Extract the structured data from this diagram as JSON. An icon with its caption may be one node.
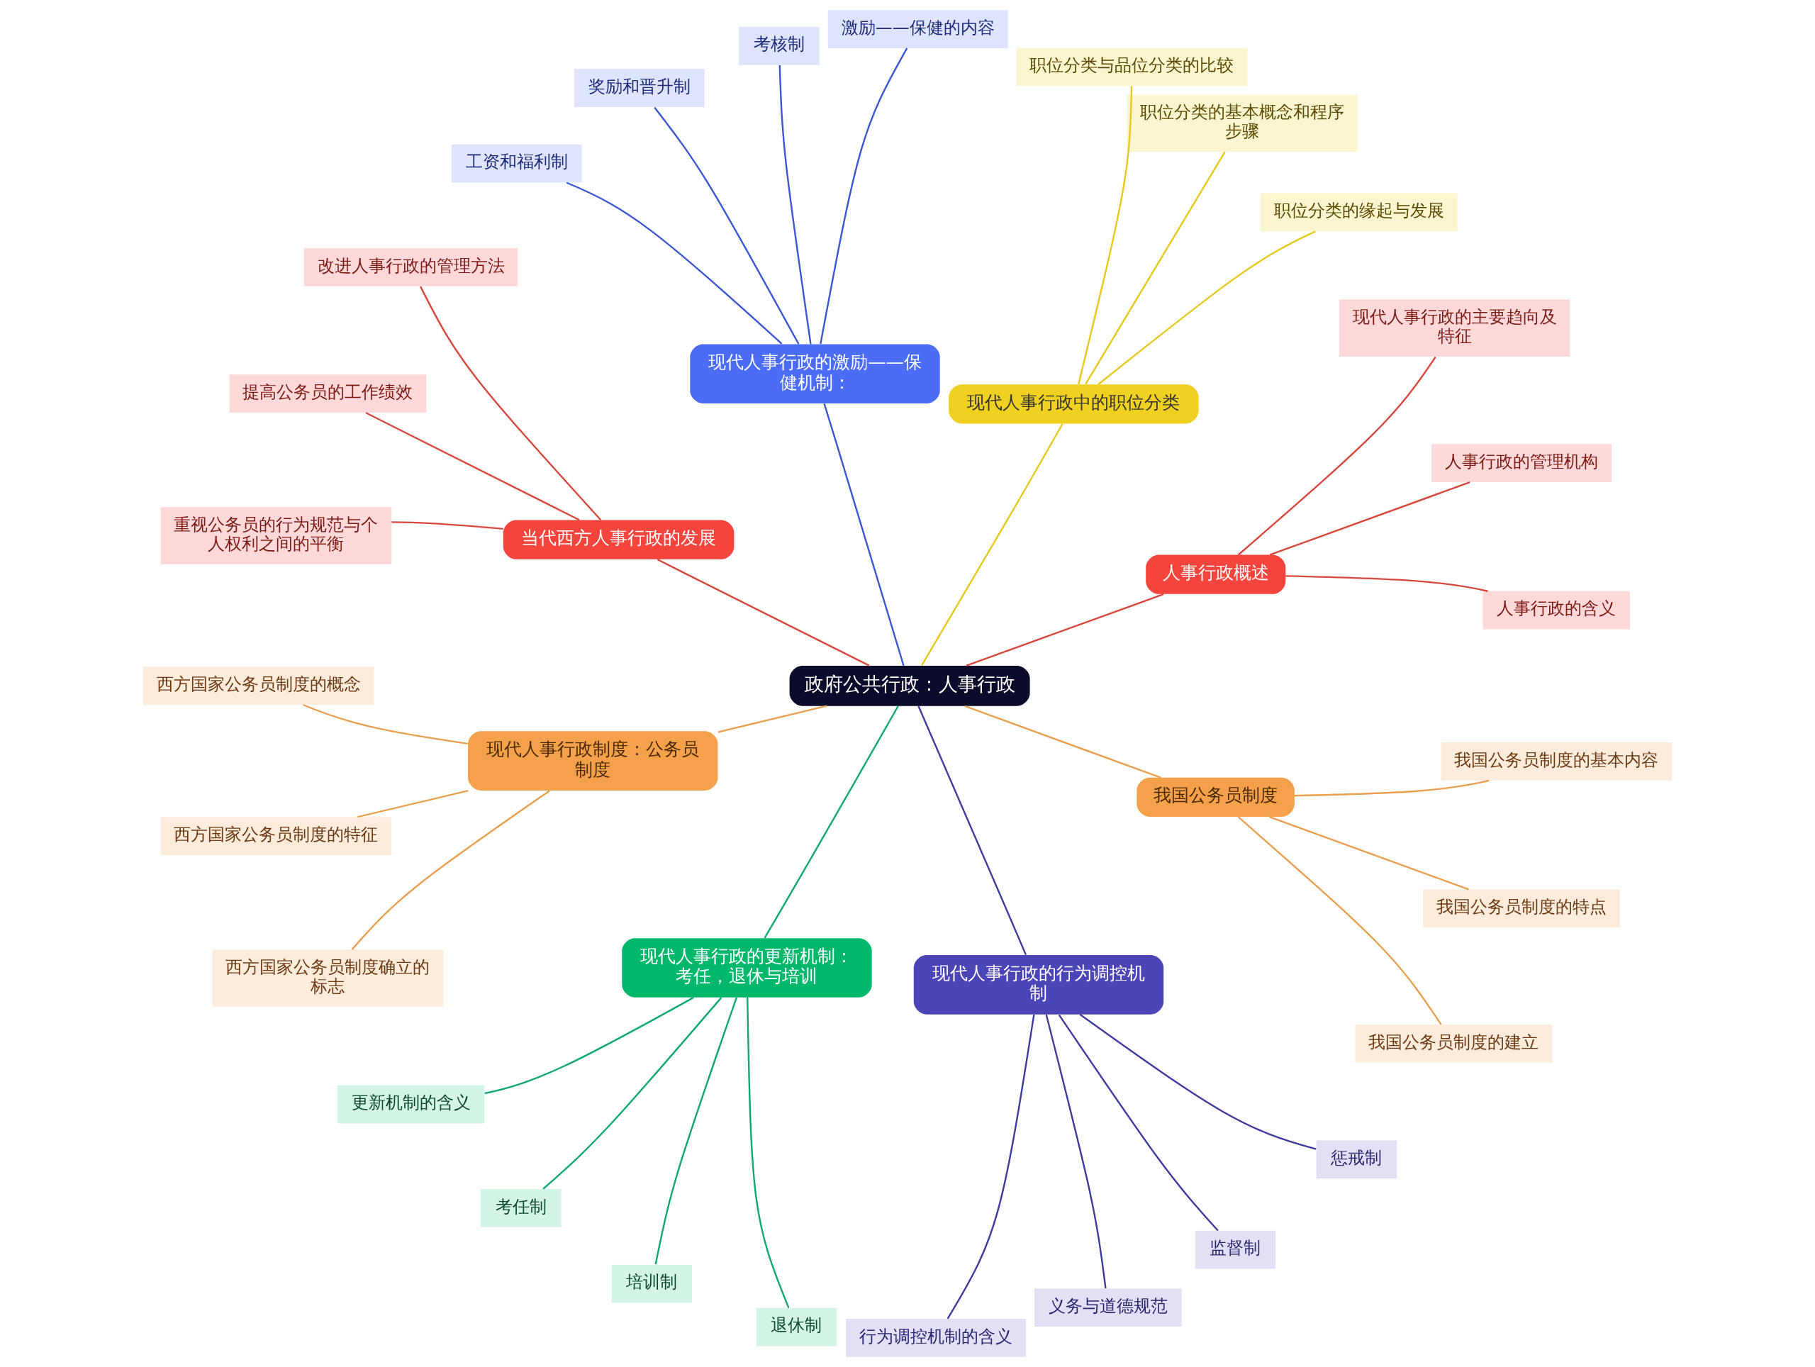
{
  "diagram": {
    "nodes": [
      {
        "text": [
          "政府公共行政：人事行政"
        ]
      },
      {
        "text": [
          "人事行政概述"
        ]
      },
      {
        "text": [
          "人事行政的含义"
        ]
      },
      {
        "text": [
          "人事行政的管理机构"
        ]
      },
      {
        "text": [
          "现代人事行政的主要趋向及特征"
        ]
      },
      {
        "text": [
          "现代人事行政中的职位分类"
        ]
      },
      {
        "text": [
          "职位分类的缘起与发展"
        ]
      },
      {
        "text": [
          "职位分类的基本概念和程序步骤"
        ]
      },
      {
        "text": [
          "职位分类与品位分类的比较"
        ]
      },
      {
        "text": [
          "现代人事行政的激励——保健机制："
        ]
      },
      {
        "text": [
          "激励——保健的内容"
        ]
      },
      {
        "text": [
          "考核制"
        ]
      },
      {
        "text": [
          "奖励和晋升制"
        ]
      },
      {
        "text": [
          "工资和福利制"
        ]
      },
      {
        "text": [
          "当代西方人事行政的发展"
        ]
      },
      {
        "text": [
          "改进人事行政的管理方法"
        ]
      },
      {
        "text": [
          "提高公务员的工作绩效"
        ]
      },
      {
        "text": [
          "重视公务员的行为规范与个人权利之间的平衡"
        ]
      },
      {
        "text": [
          "现代人事行政制度：公务员制度"
        ]
      },
      {
        "text": [
          "西方国家公务员制度的概念"
        ]
      },
      {
        "text": [
          "西方国家公务员制度的特征"
        ]
      },
      {
        "text": [
          "西方国家公务员制度确立的标志"
        ]
      },
      {
        "text": [
          "现代人事行政的更新机制：考任，退休与培训"
        ]
      },
      {
        "text": [
          "更新机制的含义"
        ]
      },
      {
        "text": [
          "考任制"
        ]
      },
      {
        "text": [
          "培训制"
        ]
      },
      {
        "text": [
          "退休制"
        ]
      },
      {
        "text": [
          "现代人事行政的行为调控机制"
        ]
      },
      {
        "text": [
          "行为调控机制的含义"
        ]
      },
      {
        "text": [
          "义务与道德规范"
        ]
      },
      {
        "text": [
          "监督制"
        ]
      },
      {
        "text": [
          "惩戒制"
        ]
      },
      {
        "text": [
          "我国公务员制度"
        ]
      },
      {
        "text": [
          "我国公务员制度的建立"
        ]
      },
      {
        "text": [
          "我国公务员制度的特点"
        ]
      },
      {
        "text": [
          "我国公务员制度的基本内容"
        ]
      }
    ],
    "edges": [
      {
        "from": 0,
        "to": 1,
        "arrow": "none",
        "color": "#d9463b"
      },
      {
        "from": 1,
        "to": 2,
        "arrow": "none",
        "color": "#d9463b"
      },
      {
        "from": 1,
        "to": 3,
        "arrow": "none",
        "color": "#d9463b"
      },
      {
        "from": 1,
        "to": 4,
        "arrow": "none",
        "color": "#d9463b"
      },
      {
        "from": 0,
        "to": 5,
        "arrow": "none",
        "color": "#e8c81a"
      },
      {
        "from": 5,
        "to": 6,
        "arrow": "none",
        "color": "#e8c81a"
      },
      {
        "from": 5,
        "to": 7,
        "arrow": "none",
        "color": "#e8c81a"
      },
      {
        "from": 5,
        "to": 8,
        "arrow": "none",
        "color": "#e8c81a"
      },
      {
        "from": 0,
        "to": 9,
        "arrow": "none",
        "color": "#3a56d4"
      },
      {
        "from": 9,
        "to": 10,
        "arrow": "none",
        "color": "#3a56d4"
      },
      {
        "from": 9,
        "to": 11,
        "arrow": "none",
        "color": "#3a56d4"
      },
      {
        "from": 9,
        "to": 12,
        "arrow": "none",
        "color": "#3a56d4"
      },
      {
        "from": 9,
        "to": 13,
        "arrow": "none",
        "color": "#3a56d4"
      },
      {
        "from": 0,
        "to": 14,
        "arrow": "none",
        "color": "#d9463b"
      },
      {
        "from": 14,
        "to": 15,
        "arrow": "none",
        "color": "#d9463b"
      },
      {
        "from": 14,
        "to": 16,
        "arrow": "none",
        "color": "#d9463b"
      },
      {
        "from": 14,
        "to": 17,
        "arrow": "none",
        "color": "#d9463b"
      },
      {
        "from": 0,
        "to": 18,
        "arrow": "none",
        "color": "#e8a050"
      },
      {
        "from": 18,
        "to": 19,
        "arrow": "none",
        "color": "#e8a050"
      },
      {
        "from": 18,
        "to": 20,
        "arrow": "none",
        "color": "#e8a050"
      },
      {
        "from": 18,
        "to": 21,
        "arrow": "none",
        "color": "#e8a050"
      },
      {
        "from": 0,
        "to": 22,
        "arrow": "none",
        "color": "#10a870"
      },
      {
        "from": 22,
        "to": 23,
        "arrow": "none",
        "color": "#10a870"
      },
      {
        "from": 22,
        "to": 24,
        "arrow": "none",
        "color": "#10a870"
      },
      {
        "from": 22,
        "to": 25,
        "arrow": "none",
        "color": "#10a870"
      },
      {
        "from": 22,
        "to": 26,
        "arrow": "none",
        "color": "#10a870"
      },
      {
        "from": 0,
        "to": 27,
        "arrow": "none",
        "color": "#3f3a9e"
      },
      {
        "from": 27,
        "to": 28,
        "arrow": "none",
        "color": "#3f3a9e"
      },
      {
        "from": 27,
        "to": 29,
        "arrow": "none",
        "color": "#3f3a9e"
      },
      {
        "from": 27,
        "to": 30,
        "arrow": "none",
        "color": "#3f3a9e"
      },
      {
        "from": 27,
        "to": 31,
        "arrow": "none",
        "color": "#3f3a9e"
      },
      {
        "from": 0,
        "to": 32,
        "arrow": "none",
        "color": "#e8a050"
      },
      {
        "from": 32,
        "to": 33,
        "arrow": "none",
        "color": "#e8a050"
      },
      {
        "from": 32,
        "to": 34,
        "arrow": "none",
        "color": "#e8a050"
      },
      {
        "from": 32,
        "to": 35,
        "arrow": "none",
        "color": "#e8a050"
      }
    ]
  }
}
